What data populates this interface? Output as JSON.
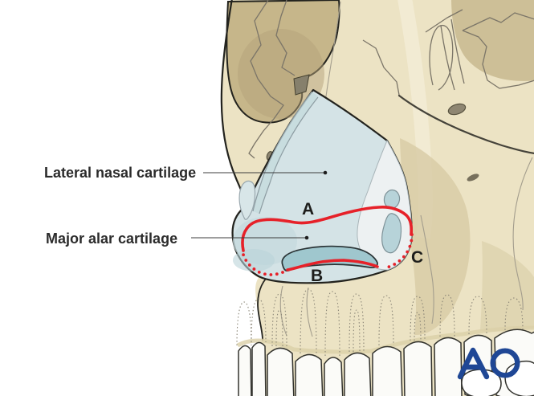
{
  "annotations": {
    "lateral_nasal": "Lateral nasal cartilage",
    "major_alar": "Major alar cartilage",
    "marker_a": "A",
    "marker_b": "B",
    "marker_c": "C"
  },
  "logo": {
    "text": "AO"
  },
  "colors": {
    "red": "#e62129",
    "ao_blue": "#1f4795",
    "bone": "#ece3c4",
    "bone_dark": "#d9cda7",
    "bone_darker": "#cdbf97",
    "orbit": "#c6b68a",
    "orbit_shadow": "#b3a279",
    "wedge": "#86806c",
    "cartilage": "#d4e3e6",
    "cartilage_band": "#c6dbde",
    "cartilage_teal": "#9fc7ce",
    "white_region": "#edf1f2",
    "blob": "#b7d3d9",
    "outline": "#23231e",
    "suture": "#7b7568",
    "root_dot": "#8b8677",
    "text": "#2b2b2b",
    "leader": "#3c3c3c"
  }
}
